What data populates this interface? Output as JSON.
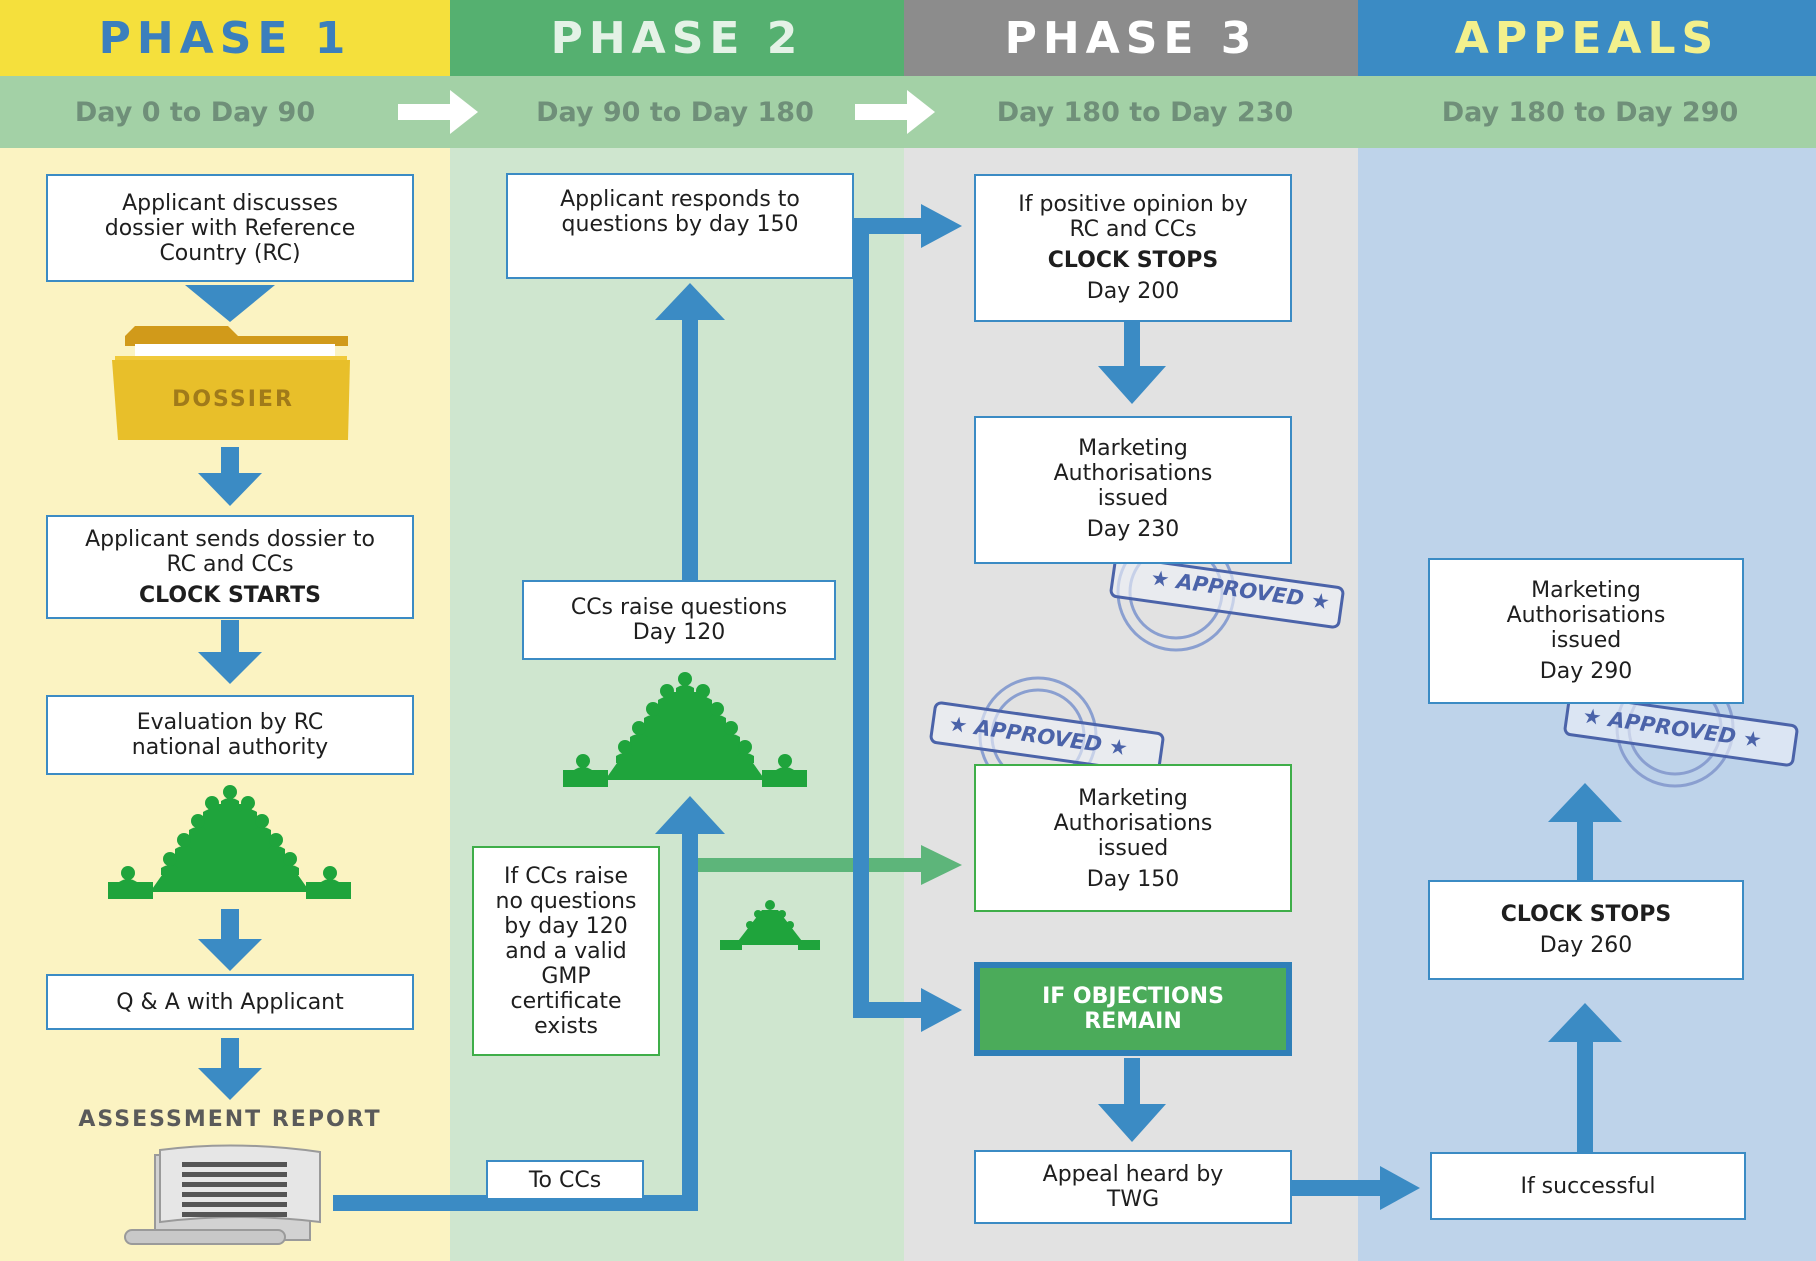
{
  "phases": [
    {
      "title": "PHASE 1",
      "range": "Day 0 to Day 90"
    },
    {
      "title": "PHASE 2",
      "range": "Day 90 to Day 180"
    },
    {
      "title": "PHASE 3",
      "range": "Day 180 to Day 230"
    },
    {
      "title": "APPEALS",
      "range": "Day 180 to Day 290"
    }
  ],
  "phase1": {
    "discuss": "Applicant discusses dossier with Reference Country (RC)",
    "dossier_label": "DOSSIER",
    "sends": "Applicant sends dossier to RC and CCs",
    "clock_starts": "CLOCK STARTS",
    "evaluation": "Evaluation by RC national authority",
    "qa": "Q & A with Applicant",
    "assessment": "ASSESSMENT REPORT"
  },
  "phase2": {
    "responds": "Applicant responds to questions by day 150",
    "raise": "CCs raise questions",
    "raise_day": "Day 120",
    "no_questions": "If CCs raise no questions by day 120 and a valid GMP certificate exists",
    "to_ccs": "To CCs"
  },
  "phase3": {
    "positive": "If positive opinion by RC and CCs",
    "clock_stops": "CLOCK STOPS",
    "day200": "Day 200",
    "ma_issued": "Marketing Authorisations issued",
    "day230": "Day 230",
    "day150": "Day 150",
    "objections": "IF OBJECTIONS REMAIN",
    "appeal": "Appeal heard by TWG"
  },
  "appeals": {
    "ma_issued": "Marketing Authorisations issued",
    "day290": "Day 290",
    "clock_stops": "CLOCK STOPS",
    "day260": "Day 260",
    "successful": "If successful"
  },
  "stamps": [
    "APPROVED",
    "APPROVED",
    "APPROVED"
  ],
  "colors": {
    "phase1": "#f5e03c",
    "phase2": "#55b070",
    "phase3": "#8c8c8c",
    "appeals": "#3b8bc4",
    "arrow_blue": "#3b8bc4",
    "arrow_green": "#5db57a",
    "meeting_green": "#1fa43c",
    "folder": "#e8bf2a"
  },
  "icons": [
    "folder-icon",
    "meeting-table-icon",
    "scroll-document-icon",
    "approved-stamp-icon"
  ]
}
